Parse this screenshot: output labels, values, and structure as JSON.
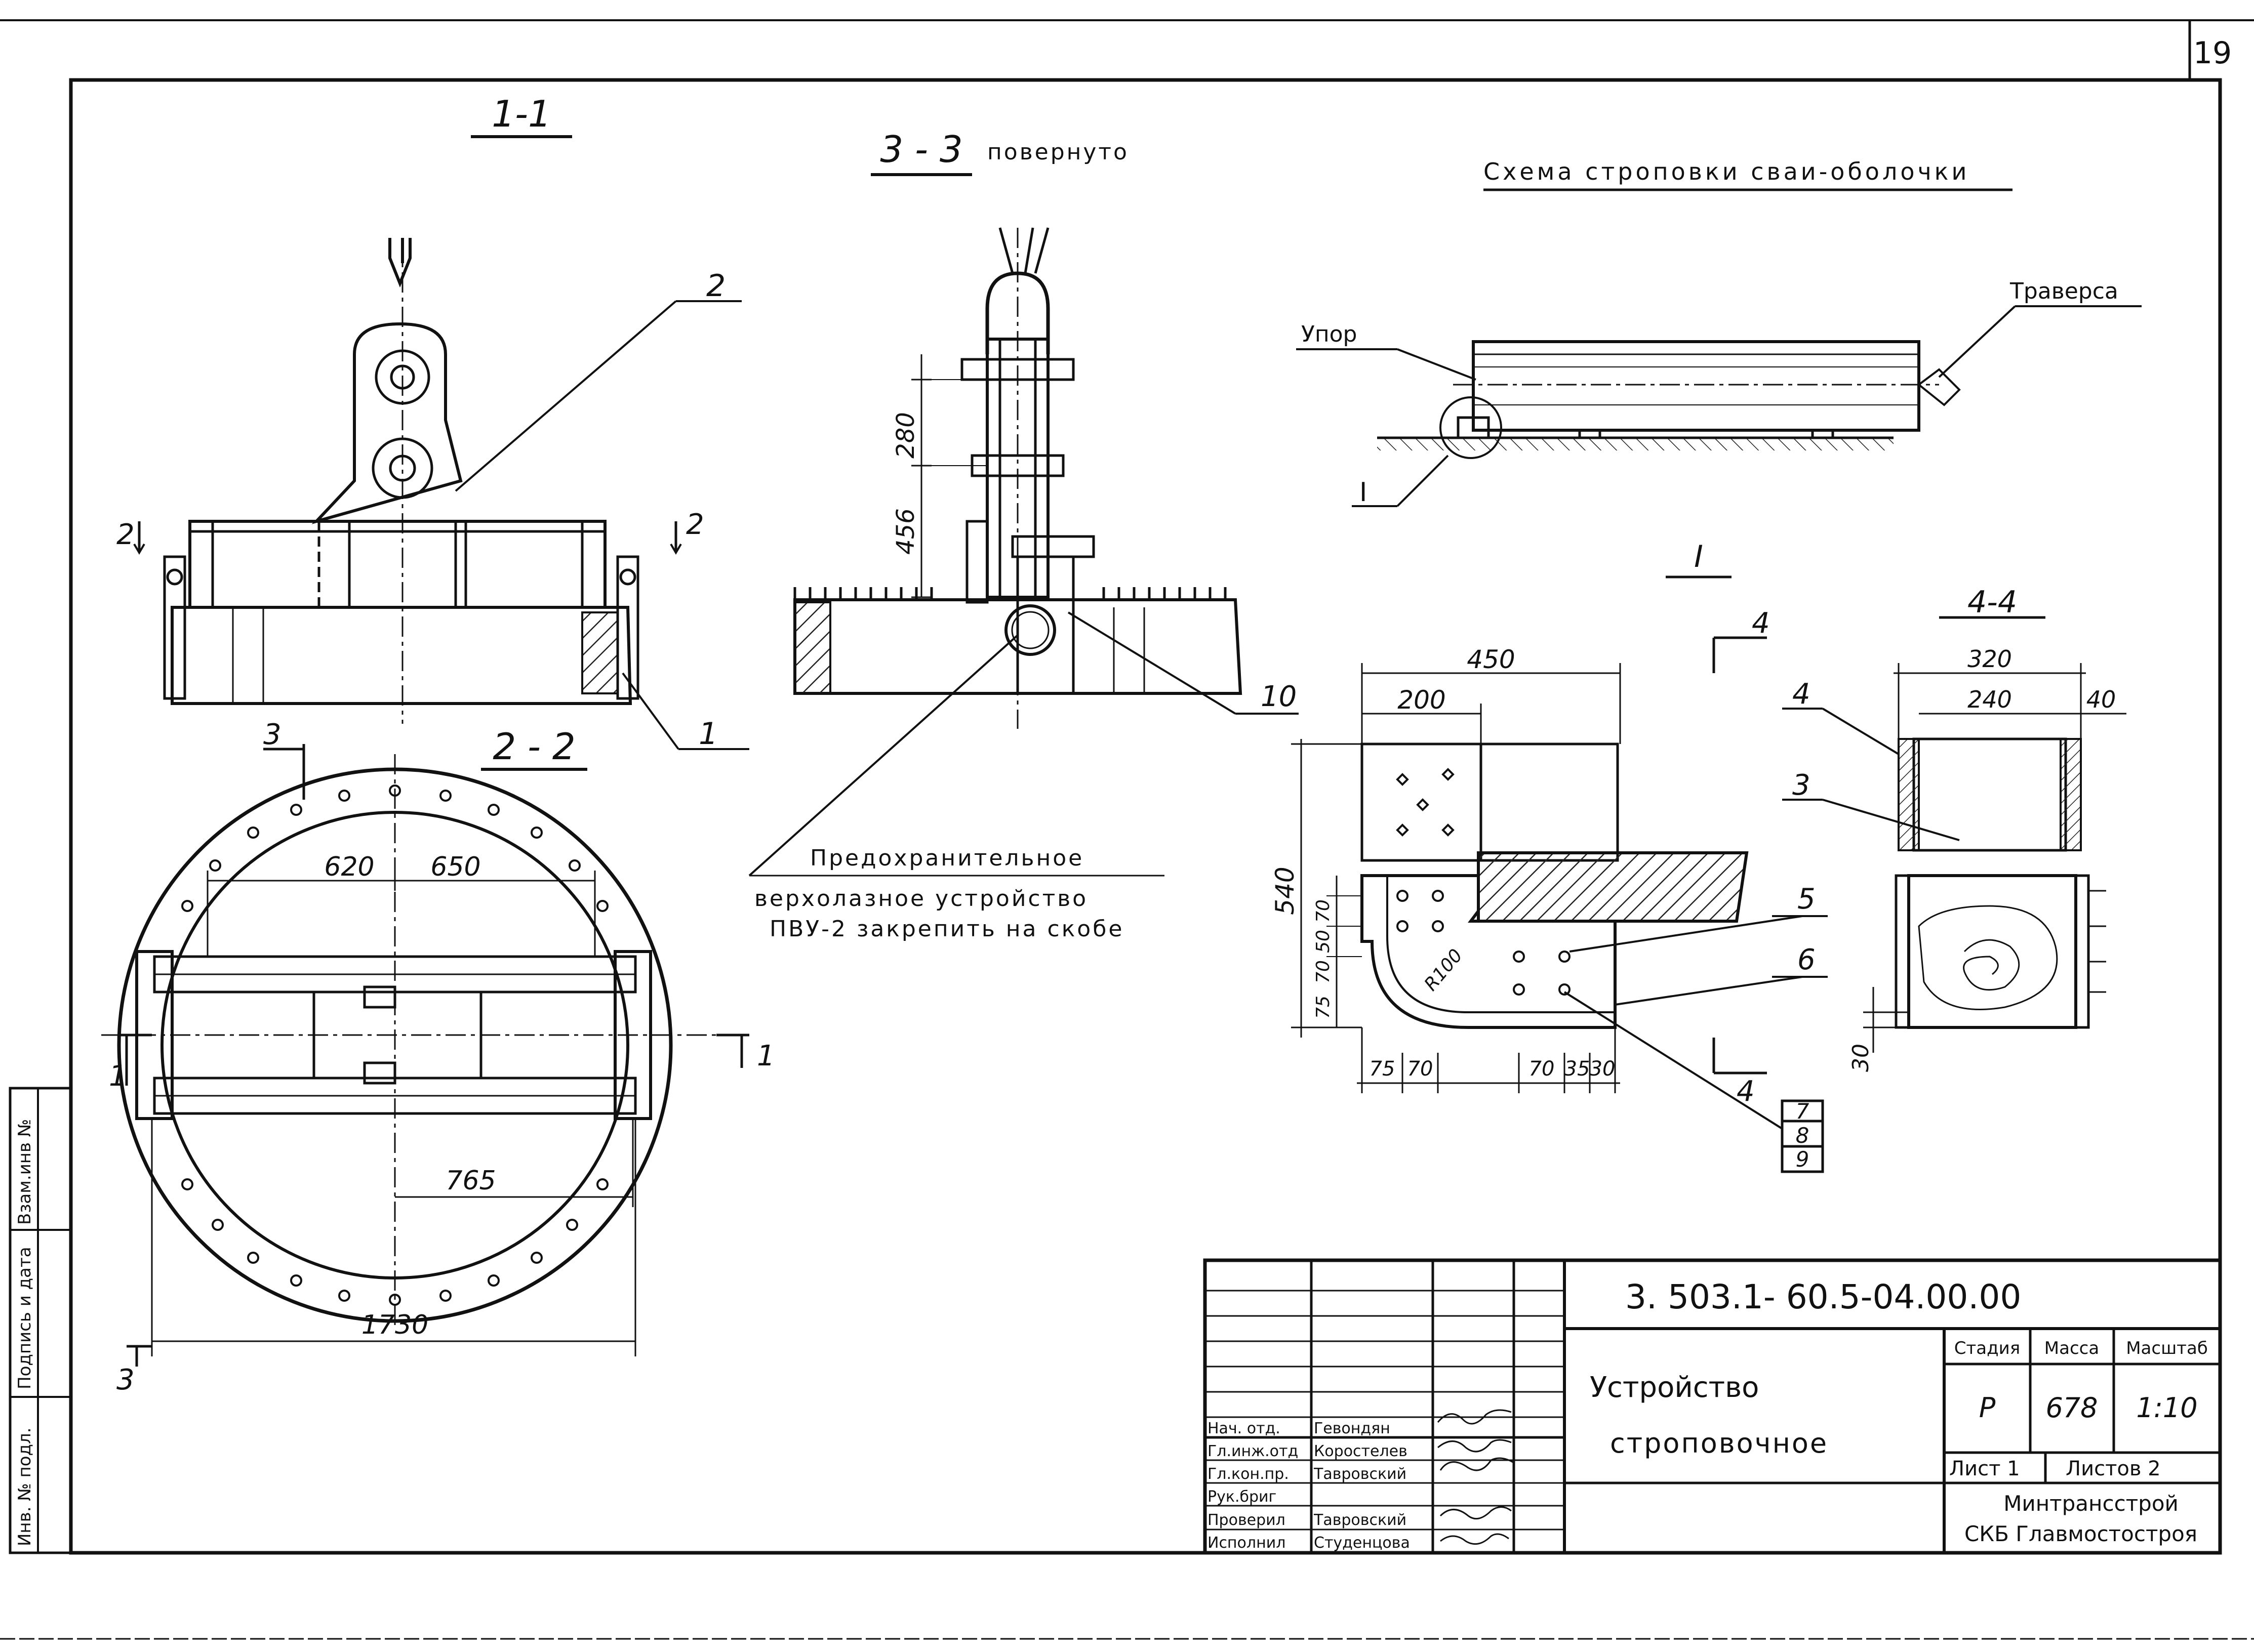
{
  "page_number": "19",
  "views": {
    "section_1_1": {
      "title": "1-1",
      "leaders": [
        "2",
        "1"
      ],
      "cut_marks": [
        "2",
        "2"
      ]
    },
    "section_3_3": {
      "title": "3 - 3",
      "note": "повернуто",
      "dims": [
        "280",
        "456"
      ],
      "leader": "10"
    },
    "section_2_2": {
      "title": "2 - 2",
      "dims": [
        "620",
        "650",
        "765",
        "1730"
      ],
      "cut_marks": [
        "1",
        "1",
        "3",
        "3"
      ]
    },
    "sling_scheme": {
      "title": "Схема строповки сваи-оболочки",
      "label_stop": "Упор",
      "label_traverse": "Траверса",
      "label_node": "I"
    },
    "detail_I": {
      "title": "I",
      "dims": [
        "450",
        "200",
        "540",
        "70",
        "50",
        "70",
        "75",
        "75",
        "70",
        "70",
        "35",
        "30"
      ],
      "radius": "R100",
      "leaders": [
        "5",
        "6"
      ],
      "cut_marks": [
        "4",
        "4"
      ],
      "stack": [
        "7",
        "8",
        "9"
      ]
    },
    "section_4_4": {
      "title": "4-4",
      "dims": [
        "320",
        "240",
        "40",
        "30"
      ],
      "leaders": [
        "4",
        "3"
      ]
    },
    "note": {
      "lines": [
        "Предохранительное",
        "верхолазное устройство",
        "ПВУ-2 закрепить на скобе"
      ]
    }
  },
  "title_block": {
    "doc_code": "3. 503.1- 60.5-04.00.00",
    "item_name_lines": [
      "Устройство",
      "строповочное"
    ],
    "stage_header": "Стадия",
    "mass_header": "Масса",
    "scale_header": "Масштаб",
    "stage": "Р",
    "mass": "678",
    "scale": "1:10",
    "sheet": "Лист 1",
    "sheets": "Листов 2",
    "org_lines": [
      "Минтрансстрой",
      "СКБ Главмостостроя"
    ],
    "roles": [
      {
        "role": "Нач. отд.",
        "name": "Гевондян"
      },
      {
        "role": "Гл.инж.отд",
        "name": "Коростелев"
      },
      {
        "role": "Гл.кон.пр.",
        "name": "Тавровский"
      },
      {
        "role": "Рук.бриг",
        "name": ""
      },
      {
        "role": "Проверил",
        "name": "Тавровский"
      },
      {
        "role": "Исполнил",
        "name": "Студенцова"
      }
    ]
  },
  "side_strip": [
    "Инв. № подл.",
    "Подпись и дата",
    "Взам.инв №"
  ]
}
